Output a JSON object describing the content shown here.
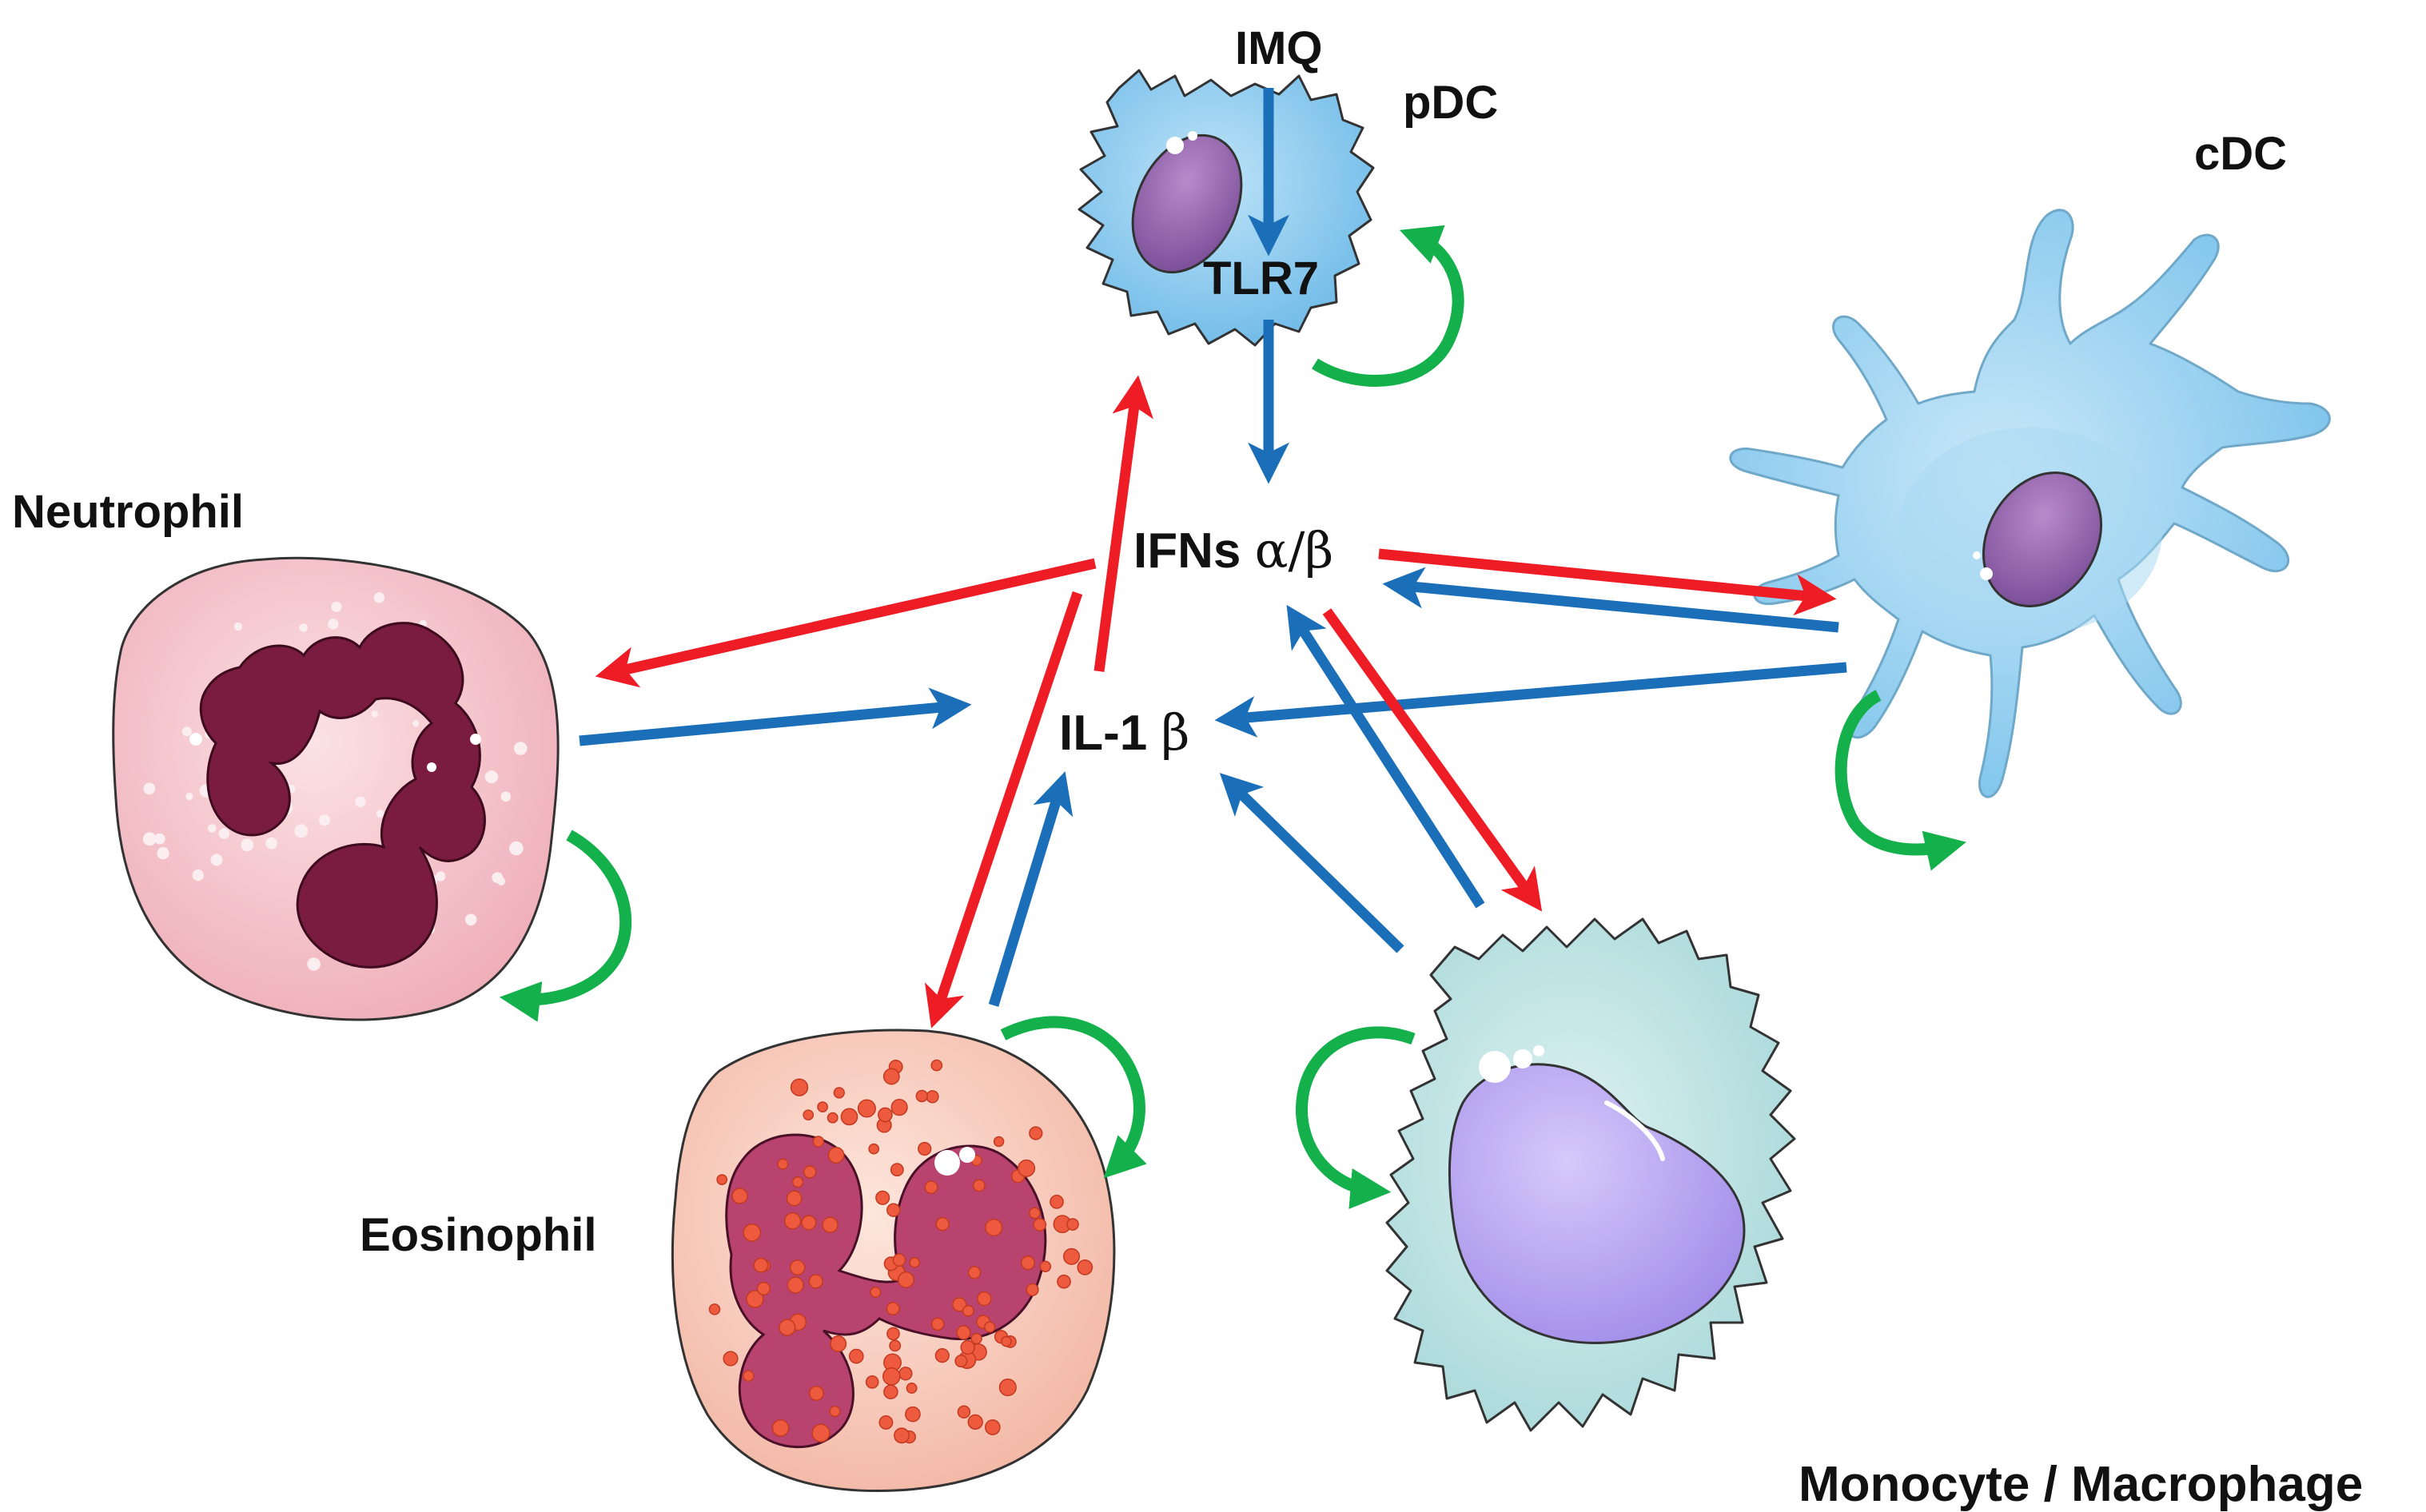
{
  "diagram": {
    "cells": {
      "pdc": "pDC",
      "cdc": "cDC",
      "neutrophil": "Neutrophil",
      "eosinophil": "Eosinophil",
      "monocyte": "Monocyte / Macrophage"
    },
    "stimulus": "IMQ",
    "receptor": "TLR7",
    "cytokine_ifn": {
      "text": "IFNs ",
      "greek": "α/β"
    },
    "cytokine_il1": {
      "text": "IL-1 ",
      "greek": "β"
    },
    "colors": {
      "red_arrow": "#ee1c24",
      "blue_arrow": "#1b6fb8",
      "green_arrow": "#13b04b",
      "pdc_body": "#8fcbee",
      "cdc_body": "#8ccbef",
      "neutrophil_body": "#f6c9cf",
      "neutrophil_nucleus": "#7d1d3f",
      "eosinophil_body": "#f8cfc0",
      "eosinophil_nucleus": "#b8436e",
      "monocyte_body": "#bfe3e3",
      "monocyte_nucleus": "#b9a6f2"
    }
  }
}
